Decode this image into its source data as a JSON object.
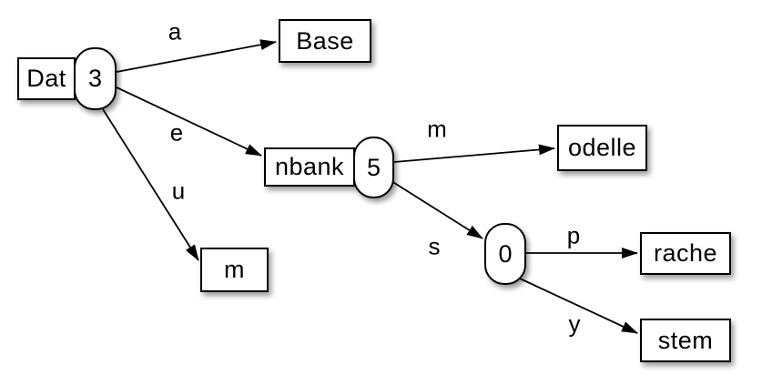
{
  "diagram": {
    "kind": "radix-trie",
    "background": "#ffffff",
    "colors": {
      "node_fill": "#ffffff",
      "node_border": "#000000",
      "edge_stroke": "#000000",
      "text": "#000000"
    },
    "nodes": {
      "dat": {
        "label": "Dat",
        "count": "3"
      },
      "base": {
        "label": "Base"
      },
      "nbank": {
        "label": "nbank",
        "count": "5"
      },
      "m": {
        "label": "m"
      },
      "odelle": {
        "label": "odelle"
      },
      "zero": {
        "count": "0"
      },
      "rache": {
        "label": "rache"
      },
      "stem": {
        "label": "stem"
      }
    },
    "edges": {
      "a": {
        "label": "a",
        "from": "dat",
        "to": "base"
      },
      "e": {
        "label": "e",
        "from": "dat",
        "to": "nbank"
      },
      "u": {
        "label": "u",
        "from": "dat",
        "to": "m"
      },
      "m": {
        "label": "m",
        "from": "nbank",
        "to": "odelle"
      },
      "s": {
        "label": "s",
        "from": "nbank",
        "to": "zero"
      },
      "p": {
        "label": "p",
        "from": "zero",
        "to": "rache"
      },
      "y": {
        "label": "y",
        "from": "zero",
        "to": "stem"
      }
    }
  }
}
